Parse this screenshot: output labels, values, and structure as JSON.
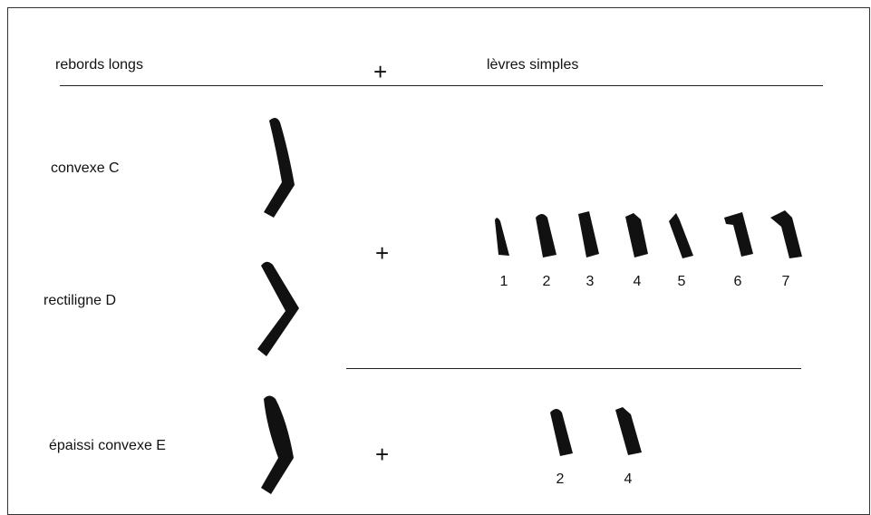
{
  "header": {
    "left_label": "rebords longs",
    "plus": "+",
    "right_label": "lèvres simples"
  },
  "rows": [
    {
      "label": "convexe C"
    },
    {
      "label": "rectiligne D"
    },
    {
      "label": "épaissi convexe  E"
    }
  ],
  "lips_top": {
    "plus": "+",
    "numbers": [
      "1",
      "2",
      "3",
      "4",
      "5",
      "6",
      "7"
    ]
  },
  "lips_bottom": {
    "plus": "+",
    "numbers": [
      "2",
      "4"
    ]
  },
  "colors": {
    "ink": "#111111",
    "rule": "#222222"
  }
}
